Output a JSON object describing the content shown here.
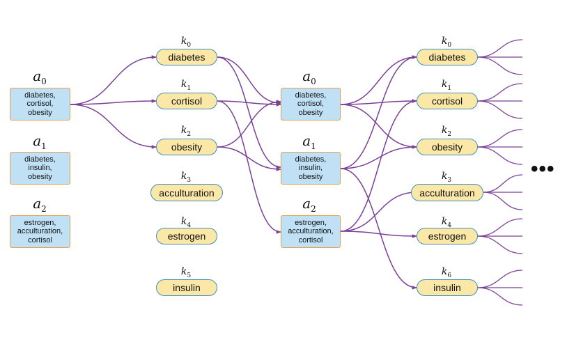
{
  "colors": {
    "edge": "#7b3f98",
    "a_fill": "#bfe0f5",
    "a_border": "#e3a04f",
    "k_fill": "#fbe7a6",
    "k_border": "#3d8fc0"
  },
  "col1": {
    "a0": {
      "sym": "a",
      "sub": "0",
      "lines": [
        "diabetes,",
        "cortisol,",
        "obesity"
      ]
    },
    "a1": {
      "sym": "a",
      "sub": "1",
      "lines": [
        "diabetes,",
        "insulin,",
        "obesity"
      ]
    },
    "a2": {
      "sym": "a",
      "sub": "2",
      "lines": [
        "estrogen,",
        "acculturation,",
        "cortisol"
      ]
    }
  },
  "col2": {
    "k0": {
      "sym": "k",
      "sub": "0",
      "text": "diabetes"
    },
    "k1": {
      "sym": "k",
      "sub": "1",
      "text": "cortisol"
    },
    "k2": {
      "sym": "k",
      "sub": "2",
      "text": "obesity"
    },
    "k3": {
      "sym": "k",
      "sub": "3",
      "text": "acculturation"
    },
    "k4": {
      "sym": "k",
      "sub": "4",
      "text": "estrogen"
    },
    "k5": {
      "sym": "k",
      "sub": "5",
      "text": "insulin"
    }
  },
  "col3": {
    "a0": {
      "sym": "a",
      "sub": "0",
      "lines": [
        "diabetes,",
        "cortisol,",
        "obesity"
      ]
    },
    "a1": {
      "sym": "a",
      "sub": "1",
      "lines": [
        "diabetes,",
        "insulin,",
        "obesity"
      ]
    },
    "a2": {
      "sym": "a",
      "sub": "2",
      "lines": [
        "estrogen,",
        "acculturation,",
        "cortisol"
      ]
    }
  },
  "col4": {
    "k0": {
      "sym": "k",
      "sub": "0",
      "text": "diabetes"
    },
    "k1": {
      "sym": "k",
      "sub": "1",
      "text": "cortisol"
    },
    "k2": {
      "sym": "k",
      "sub": "2",
      "text": "obesity"
    },
    "k3": {
      "sym": "k",
      "sub": "3",
      "text": "acculturation"
    },
    "k4": {
      "sym": "k",
      "sub": "4",
      "text": "estrogen"
    },
    "k6": {
      "sym": "k",
      "sub": "6",
      "text": "insulin"
    }
  },
  "ellipsis": "•••"
}
